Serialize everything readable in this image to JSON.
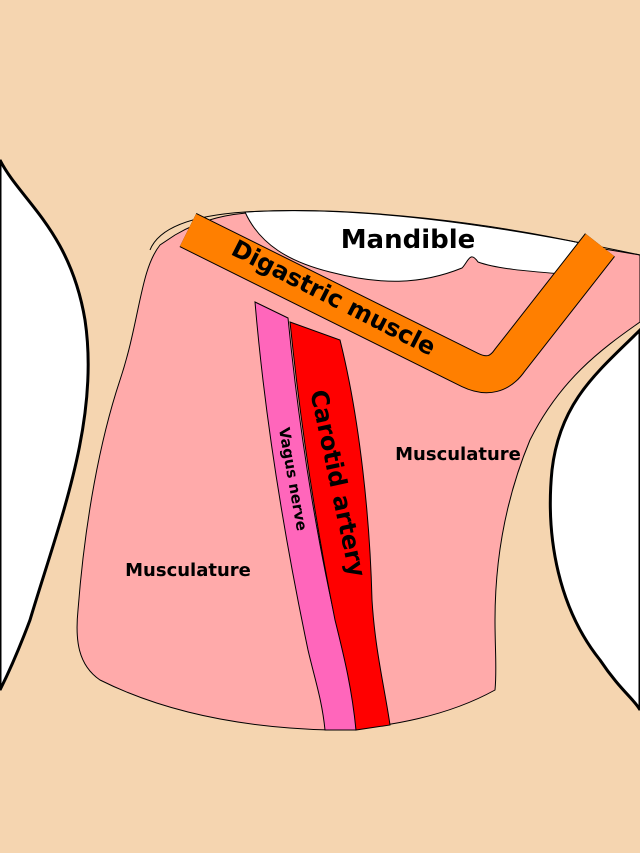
{
  "labels": {
    "mandible": "Mandible",
    "digastric": "Digastric muscle",
    "carotid": "Carotid artery",
    "vagus": "Vagus nerve",
    "musculature_right": "Musculature",
    "musculature_left": "Musculature"
  },
  "colors": {
    "skin": "#f5d5b0",
    "muscle": "#ffaaaa",
    "digastric": "#ff7f00",
    "carotid": "#ff0000",
    "vagus": "#ff66bb",
    "bone": "#ffffff"
  }
}
